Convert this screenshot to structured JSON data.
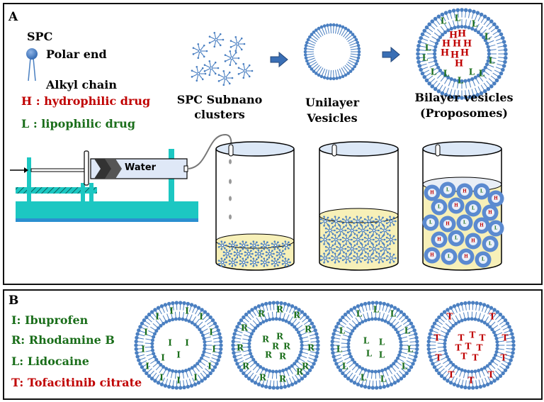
{
  "panel_a": {
    "label": "A",
    "legend": {
      "title": "SPC",
      "polar_end": "Polar end",
      "alkyl_chain": "Alkyl chain",
      "hydrophilic": "H : hydrophilic drug",
      "lipophilic": "L : lipophilic drug"
    },
    "stages": [
      {
        "line1": "SPC Subnano",
        "line2": "clusters"
      },
      {
        "line1": "Unilayer",
        "line2": "Vesicles"
      },
      {
        "line1": "Bilayer vesicles",
        "line2": "(Proposomes)"
      }
    ],
    "syringe_label": "Water",
    "drug_h": "H",
    "drug_l": "L"
  },
  "panel_b": {
    "label": "B",
    "drugs": [
      {
        "letter": "I",
        "text": "I:  Ibuprofen",
        "color": "#1a6e1a"
      },
      {
        "letter": "R",
        "text": "R:  Rhodamine B",
        "color": "#1a6e1a"
      },
      {
        "letter": "L",
        "text": "L:  Lidocaine",
        "color": "#1a6e1a"
      },
      {
        "letter": "T",
        "text": "T:  Tofacitinib citrate",
        "color": "#c00000"
      }
    ]
  },
  "colors": {
    "lipid": "#4a7fc1",
    "water_fill": "#f7f0b8",
    "device": "#1cc7c2",
    "hydrophilic": "#c00000",
    "lipophilic": "#1a6e1a"
  }
}
